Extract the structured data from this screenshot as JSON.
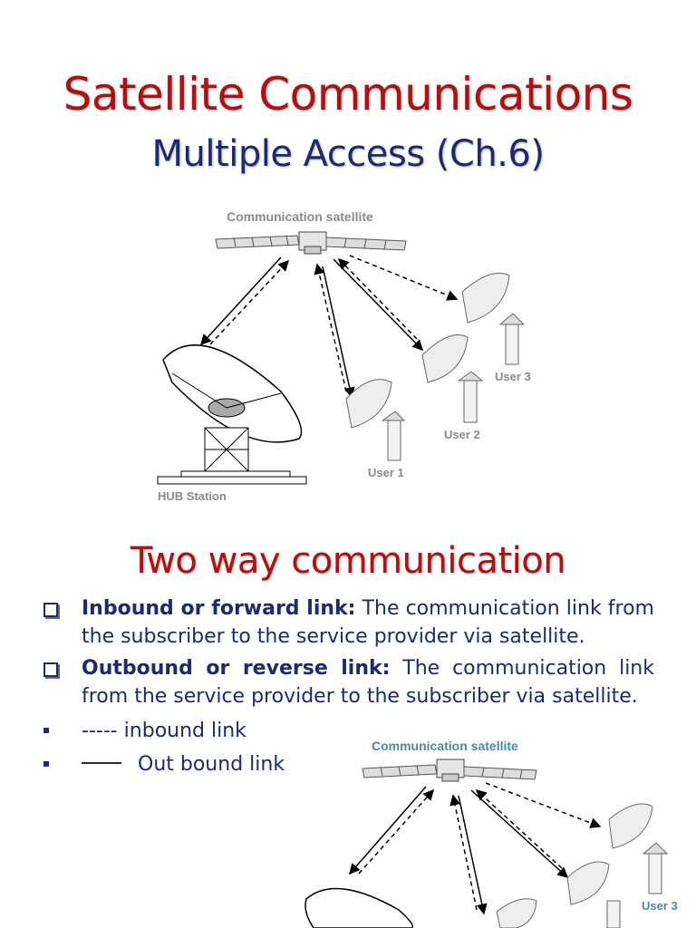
{
  "slide": {
    "title": "Satellite Communications",
    "subtitle": "Multiple Access (Ch.6)"
  },
  "diagram_top": {
    "satellite_label": "Communication satellite",
    "hub_label": "HUB Station",
    "user1_label": "User 1",
    "user2_label": "User 2",
    "user3_label": "User 3"
  },
  "section": {
    "heading": "Two way communication",
    "definitions": [
      {
        "term": "Inbound  or forward link:",
        "text": " The communication link from the subscriber to the service provider via satellite."
      },
      {
        "term": "Outbound or reverse link:",
        "text": " The communication link from the service provider to the subscriber via satellite."
      }
    ],
    "legend": [
      {
        "text": "----- inbound link"
      },
      {
        "text": "Out bound link"
      }
    ]
  },
  "diagram_bottom": {
    "satellite_label": "Communication satellite",
    "user3_label": "User 3"
  },
  "colors": {
    "title": "#b01212",
    "body_text": "#1b2a72",
    "diagram_label": "#8a8a8a",
    "diagram_label_bottom": "#4a8aa0"
  },
  "icons": [
    "checkbox-bullet-icon",
    "square-bullet-icon",
    "satellite-icon",
    "dish-antenna-icon"
  ]
}
